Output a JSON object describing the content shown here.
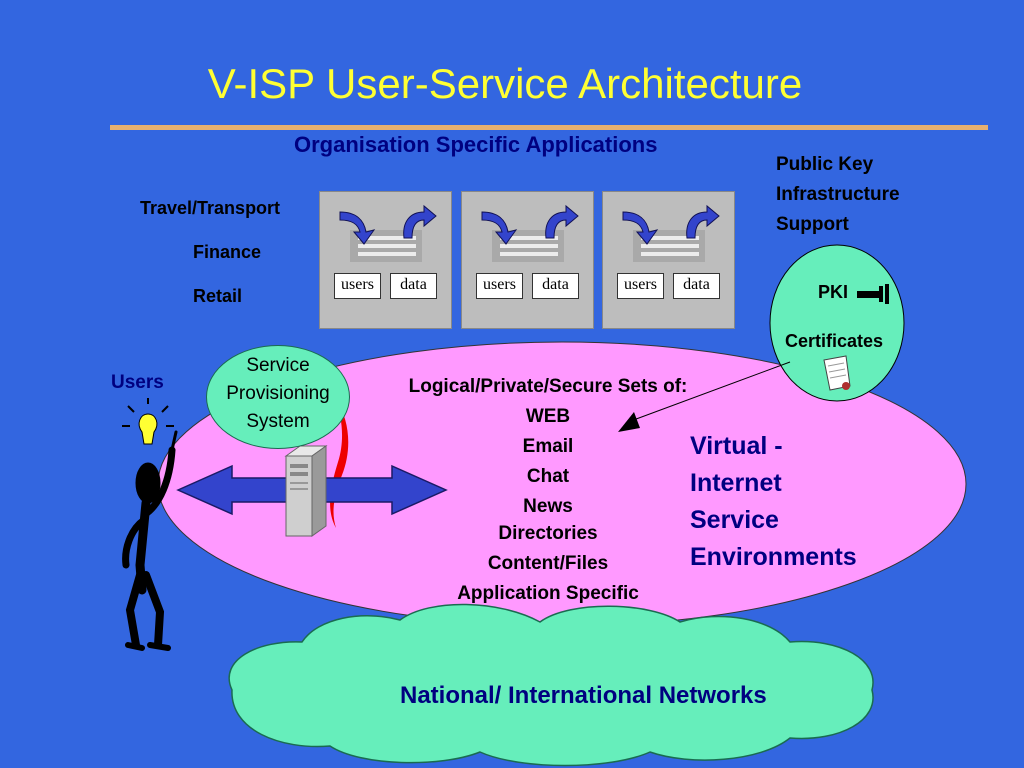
{
  "slide": {
    "title": "V-ISP User-Service Architecture",
    "org_heading": "Organisation Specific Applications",
    "sectors": [
      "Travel/Transport",
      "Finance",
      "Retail"
    ],
    "pki_support": [
      "Public Key",
      "Infrastructure",
      "Support"
    ],
    "app_boxes": [
      {
        "users": "users",
        "data": "data"
      },
      {
        "users": "users",
        "data": "data"
      },
      {
        "users": "users",
        "data": "data"
      }
    ],
    "pki": {
      "label": "PKI",
      "certificates": "Certificates"
    },
    "users_label": "Users",
    "service_provisioning": [
      "Service",
      "Provisioning",
      "System"
    ],
    "services_heading": "Logical/Private/Secure Sets of:",
    "services": [
      "WEB",
      "Email",
      "Chat",
      "News",
      "Directories",
      "Content/Files",
      "Application Specific"
    ],
    "virtual_env": [
      "Virtual -",
      "Internet",
      "Service",
      "Environments"
    ],
    "network_label": "National/ International Networks"
  },
  "colors": {
    "background": "#3366e0",
    "title": "#ffff33",
    "rule": "#e6b070",
    "ellipse": "#ff99ff",
    "green": "#66eebb",
    "navy": "#000080"
  }
}
